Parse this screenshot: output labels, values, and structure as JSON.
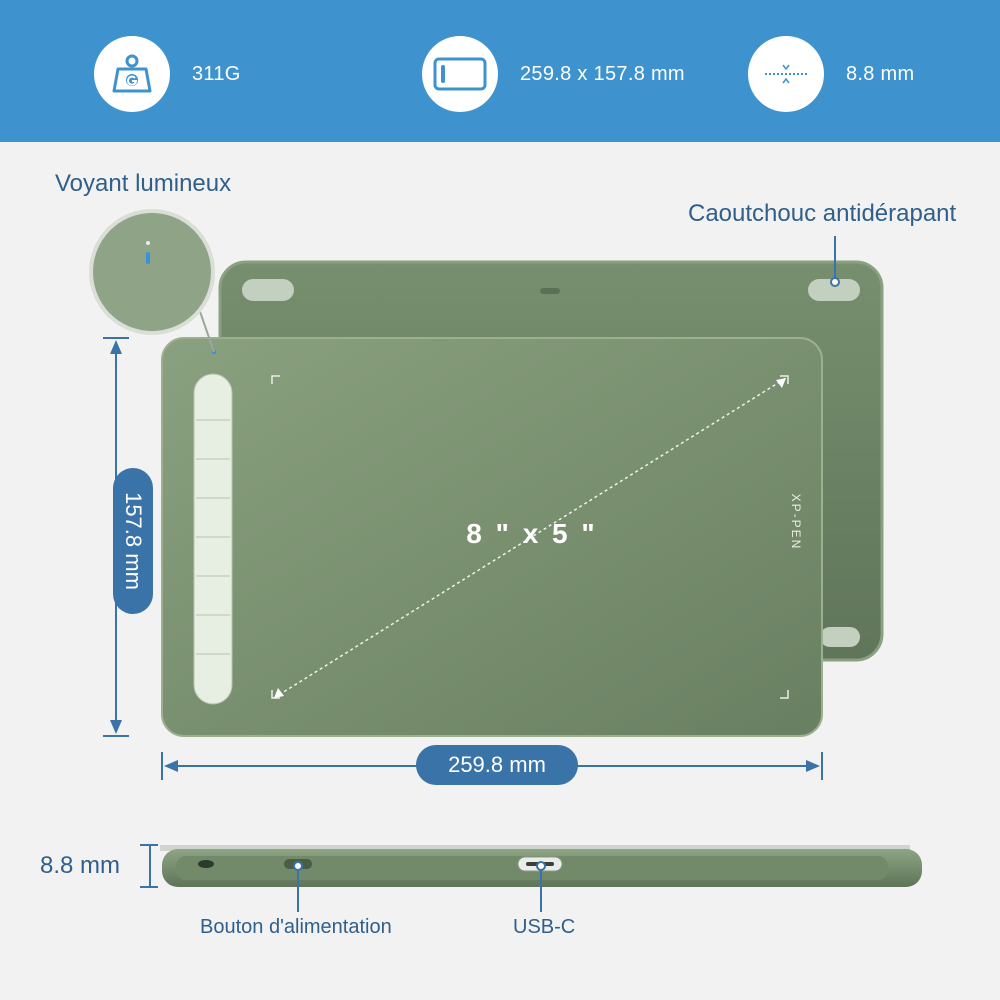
{
  "specs": {
    "weight": {
      "icon": "weight-icon",
      "value": "311G"
    },
    "size": {
      "icon": "tablet-outline-icon",
      "value": "259.8 x 157.8 mm"
    },
    "thickness": {
      "icon": "thickness-icon",
      "value": "8.8 mm"
    }
  },
  "callouts": {
    "indicator": "Voyant lumineux",
    "rubber": "Caoutchouc antidérapant",
    "power": "Bouton d'alimentation",
    "usb": "USB-C"
  },
  "dimensions": {
    "height": "157.8 mm",
    "width": "259.8 mm",
    "thickness": "8.8 mm",
    "active_area": "8 \" x 5 \""
  },
  "brand": {
    "logo_text": "XP-PEN"
  },
  "colors": {
    "header": "#3e93cf",
    "accent": "#3a73a8",
    "tablet": "#6f8766",
    "indicator": "#3b8fe0"
  }
}
